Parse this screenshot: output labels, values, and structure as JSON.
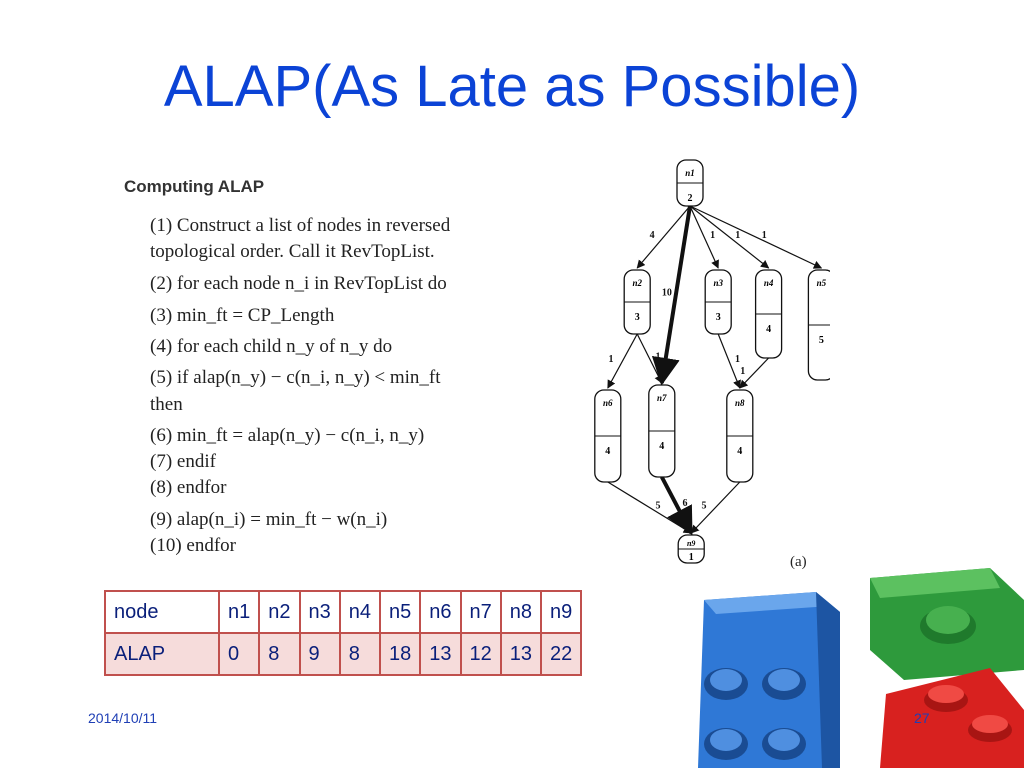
{
  "title": "ALAP(As Late as Possible)",
  "algorithm": {
    "heading": "Computing ALAP",
    "lines": [
      "(1) Construct a list of nodes in reversed",
      "topological order. Call it RevTopList.",
      "(2) for each node n_i in RevTopList do",
      "(3) min_ft = CP_Length",
      "(4) for each child n_y of n_y do",
      "(5)    if   alap(n_y) − c(n_i, n_y) < min_ft",
      "then",
      "(6) min_ft = alap(n_y) − c(n_i, n_y)",
      "(7) endif",
      "(8) endfor",
      "(9) alap(n_i) = min_ft − w(n_i)",
      "(10) endfor"
    ]
  },
  "graph": {
    "caption": "(a)",
    "nodes": [
      {
        "id": "n1",
        "weight": "2"
      },
      {
        "id": "n2",
        "weight": "3"
      },
      {
        "id": "n3",
        "weight": "3"
      },
      {
        "id": "n4",
        "weight": "4"
      },
      {
        "id": "n5",
        "weight": "5"
      },
      {
        "id": "n6",
        "weight": "4"
      },
      {
        "id": "n7",
        "weight": "4"
      },
      {
        "id": "n8",
        "weight": "4"
      },
      {
        "id": "n9",
        "weight": "1"
      }
    ],
    "edges": [
      {
        "from": "n1",
        "to": "n2",
        "cost": "4"
      },
      {
        "from": "n1",
        "to": "n7",
        "cost": "10",
        "bold": true
      },
      {
        "from": "n1",
        "to": "n3",
        "cost": "1"
      },
      {
        "from": "n1",
        "to": "n4",
        "cost": "1"
      },
      {
        "from": "n1",
        "to": "n5",
        "cost": "1"
      },
      {
        "from": "n2",
        "to": "n6",
        "cost": "1"
      },
      {
        "from": "n2",
        "to": "n7",
        "cost": "1"
      },
      {
        "from": "n3",
        "to": "n8",
        "cost": "1"
      },
      {
        "from": "n4",
        "to": "n8",
        "cost": "1"
      },
      {
        "from": "n6",
        "to": "n9",
        "cost": "5"
      },
      {
        "from": "n7",
        "to": "n9",
        "cost": "6",
        "bold": true
      },
      {
        "from": "n8",
        "to": "n9",
        "cost": "5"
      }
    ]
  },
  "table": {
    "header": [
      "node",
      "n1",
      "n2",
      "n3",
      "n4",
      "n5",
      "n6",
      "n7",
      "n8",
      "n9"
    ],
    "row": [
      "ALAP",
      "0",
      "8",
      "9",
      "8",
      "18",
      "13",
      "12",
      "13",
      "22"
    ]
  },
  "footer": {
    "date": "2014/10/11",
    "page": "27"
  },
  "colors": {
    "title": "#0b43d6",
    "table_border": "#c0504d",
    "table_row_fill": "#f6dcdb"
  }
}
